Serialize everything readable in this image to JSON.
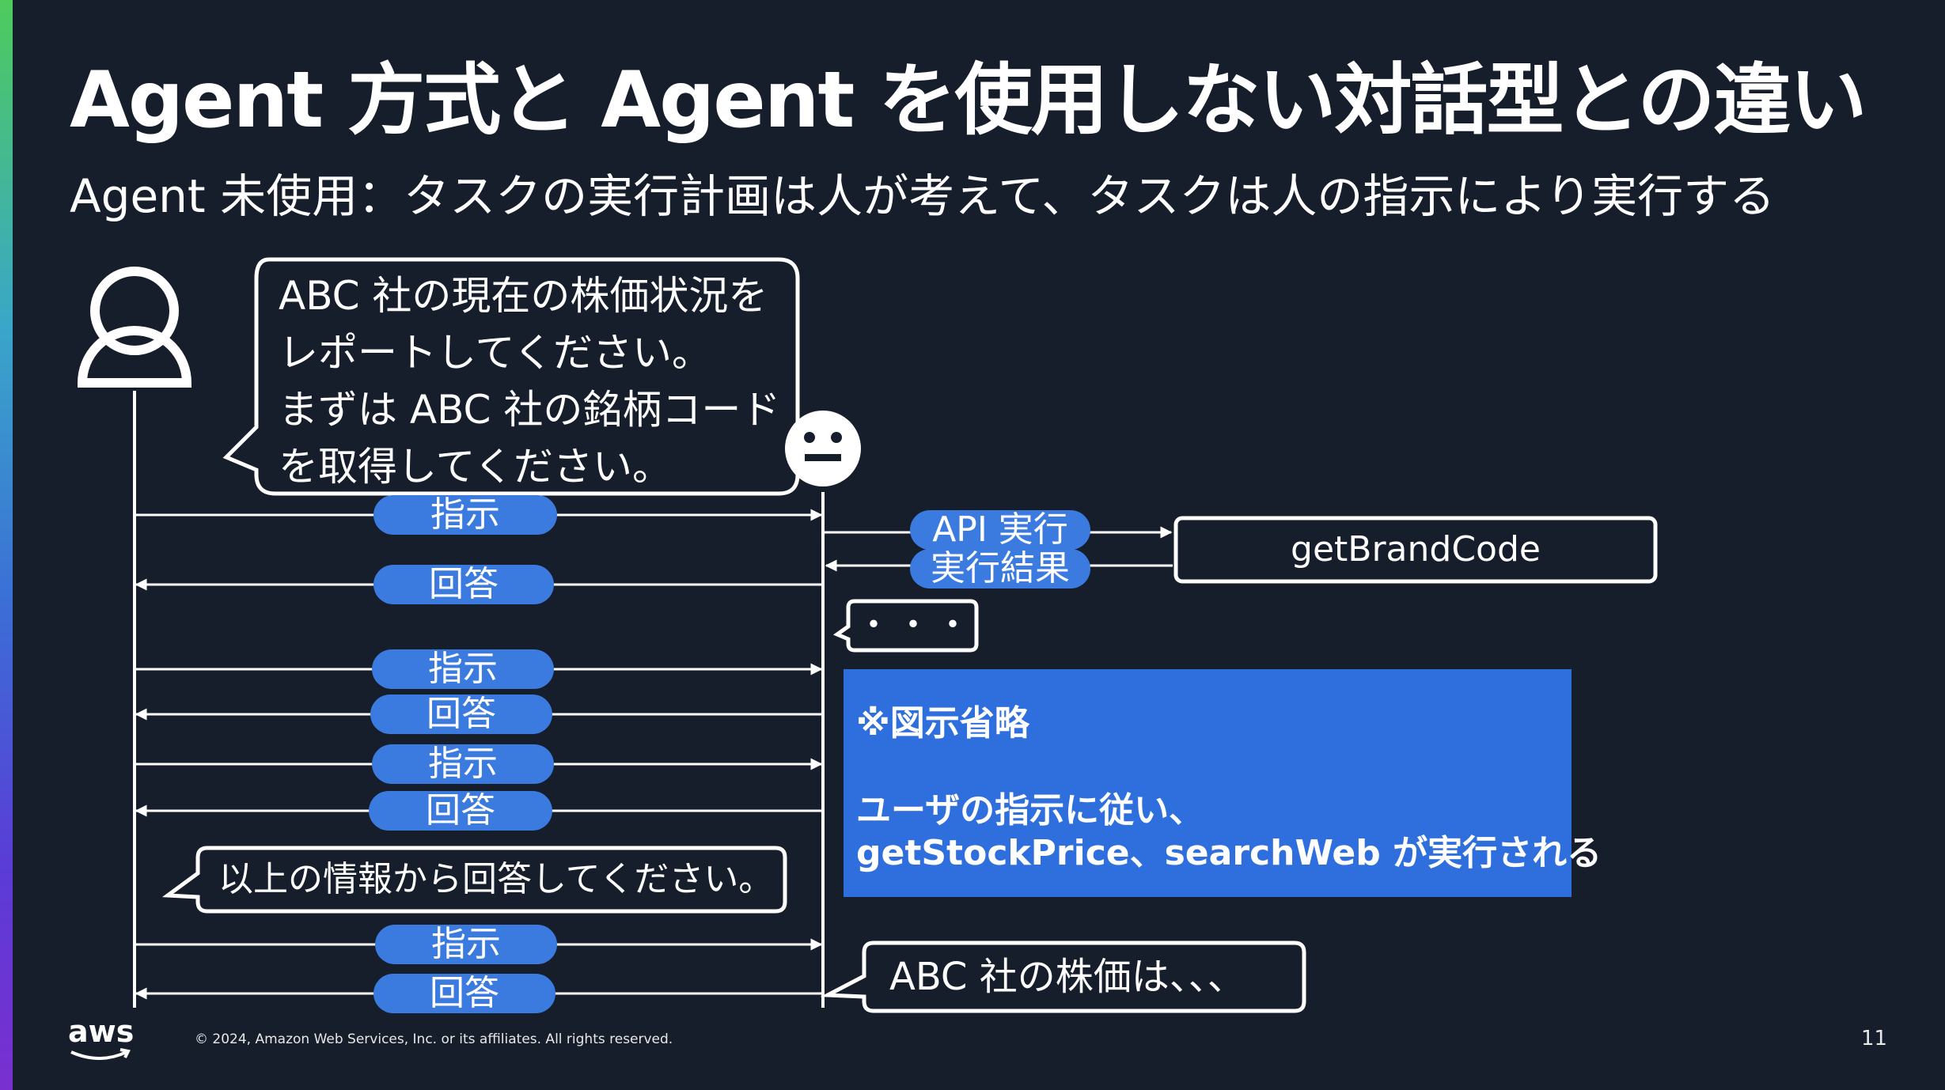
{
  "slide": {
    "title": "Agent 方式と Agent を使用しない対話型との違い",
    "subtitle": "Agent 未使用：タスクの実行計画は人が考えて、タスクは人の指示により実行する",
    "page_number": "11"
  },
  "bubbles": {
    "user_request": [
      "ABC 社の現在の株価状況を",
      "レポートしてください。",
      "まずは ABC 社の銘柄コード",
      "を取得してください。"
    ],
    "user_final": "以上の情報から回答してください。",
    "agent_ellipsis": "・・・",
    "agent_answer": "ABC 社の株価は、、、"
  },
  "arrows": {
    "instruct": "指示",
    "answer": "回答",
    "api_call": "API 実行",
    "api_result": "実行結果"
  },
  "tool": {
    "name": "getBrandCode"
  },
  "note": {
    "line1": "※図示省略",
    "line2": "ユーザの指示に従い、",
    "line3": "getStockPrice、searchWeb が実行される"
  },
  "footer": {
    "logo_text": "aws",
    "copyright": "© 2024, Amazon Web Services, Inc. or its affiliates. All rights reserved."
  },
  "colors": {
    "background": "#161d2b",
    "pill": "#3b7be0",
    "note": "#2f6fdd",
    "line": "#ffffff"
  }
}
